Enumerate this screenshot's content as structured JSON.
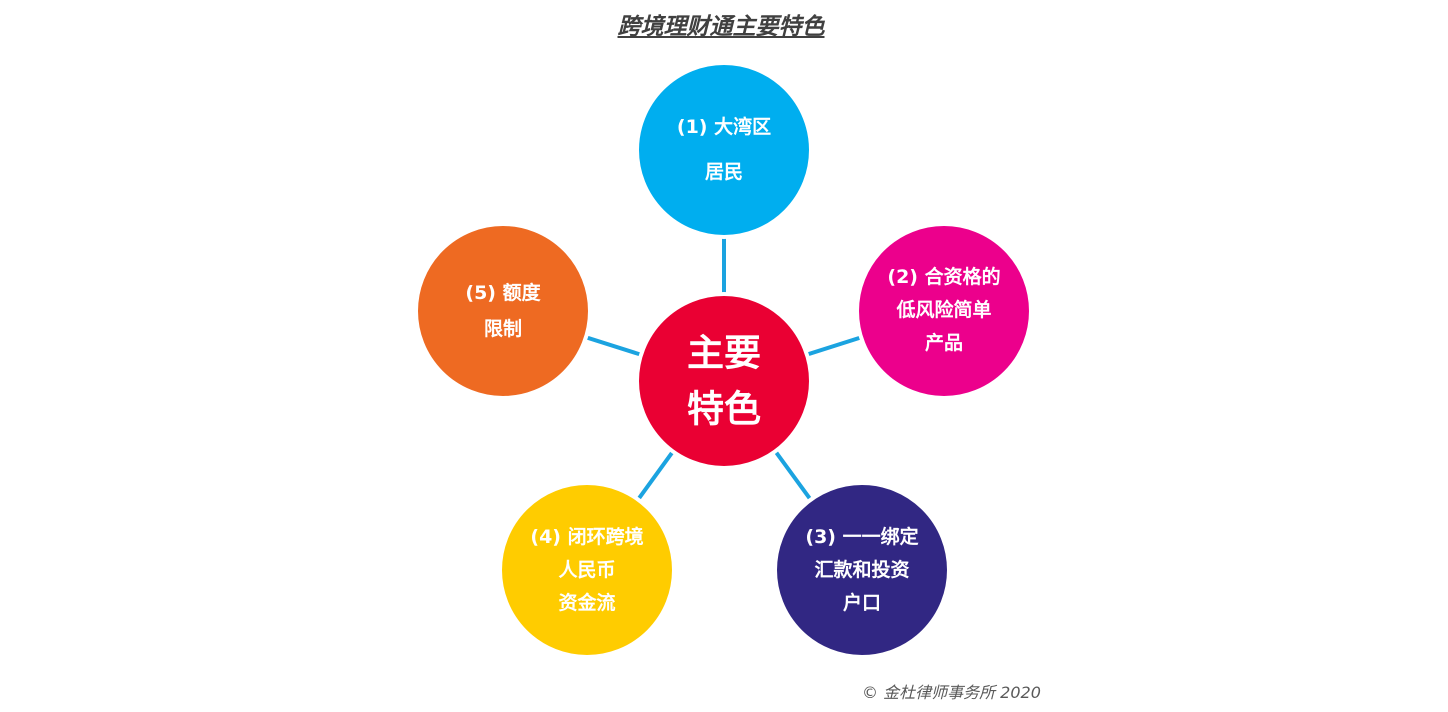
{
  "title": "跨境理财通主要特色",
  "center": {
    "lines": [
      "主要",
      "特色"
    ],
    "color": "#EA0033"
  },
  "nodes": [
    {
      "lines": [
        "(1) 大湾区",
        "居民"
      ],
      "color": "#00AEEF"
    },
    {
      "lines": [
        "(2) 合资格的",
        "低风险简单",
        "产品"
      ],
      "color": "#EC008C"
    },
    {
      "lines": [
        "(3) 一一绑定",
        "汇款和投资",
        "户口"
      ],
      "color": "#312783"
    },
    {
      "lines": [
        "(4) 闭环跨境",
        "人民币",
        "资金流"
      ],
      "color": "#FFCC00"
    },
    {
      "lines": [
        "(5) 额度",
        "限制"
      ],
      "color": "#EE6A22"
    }
  ],
  "colors": {
    "connector": "#1BA3E0",
    "text": "#FFFFFF",
    "title": "#404040",
    "footer": "#595959"
  },
  "footer": "© 金杜律师事务所 2020"
}
